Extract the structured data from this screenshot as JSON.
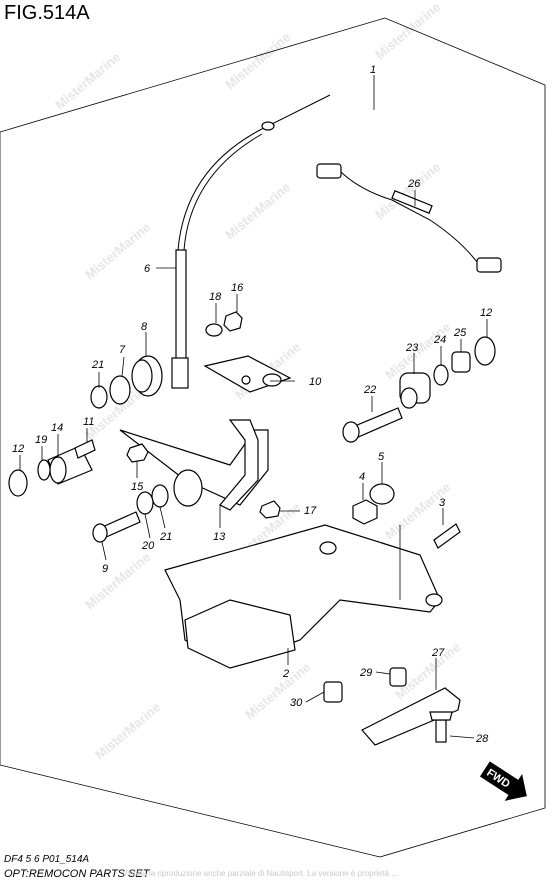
{
  "figure": {
    "title": "FIG.514A",
    "code": "DF4 5 6 P01_514A",
    "description": "OPT:REMOCON PARTS SET",
    "notice": "Vietata la riproduzione anche parziale di Nautisport. La versione è proprietà ...",
    "watermark": "MisterMarine",
    "direction_label": "FWD"
  },
  "callouts": [
    {
      "id": "c1",
      "label": "1"
    },
    {
      "id": "c26",
      "label": "26"
    },
    {
      "id": "c6",
      "label": "6"
    },
    {
      "id": "c18",
      "label": "18"
    },
    {
      "id": "c16",
      "label": "16"
    },
    {
      "id": "c8",
      "label": "8"
    },
    {
      "id": "c21a",
      "label": "21"
    },
    {
      "id": "c7",
      "label": "7"
    },
    {
      "id": "c10",
      "label": "10"
    },
    {
      "id": "c12a",
      "label": "12"
    },
    {
      "id": "c23",
      "label": "23"
    },
    {
      "id": "c24",
      "label": "24"
    },
    {
      "id": "c25",
      "label": "25"
    },
    {
      "id": "c22",
      "label": "22"
    },
    {
      "id": "c14",
      "label": "14"
    },
    {
      "id": "c19",
      "label": "19"
    },
    {
      "id": "c11",
      "label": "11"
    },
    {
      "id": "c12b",
      "label": "12"
    },
    {
      "id": "c15",
      "label": "15"
    },
    {
      "id": "c5",
      "label": "5"
    },
    {
      "id": "c4",
      "label": "4"
    },
    {
      "id": "c3",
      "label": "3"
    },
    {
      "id": "c17",
      "label": "17"
    },
    {
      "id": "c13",
      "label": "13"
    },
    {
      "id": "c21b",
      "label": "21"
    },
    {
      "id": "c20",
      "label": "20"
    },
    {
      "id": "c9",
      "label": "9"
    },
    {
      "id": "c2",
      "label": "2"
    },
    {
      "id": "c27",
      "label": "27"
    },
    {
      "id": "c29",
      "label": "29"
    },
    {
      "id": "c30",
      "label": "30"
    },
    {
      "id": "c28",
      "label": "28"
    }
  ]
}
